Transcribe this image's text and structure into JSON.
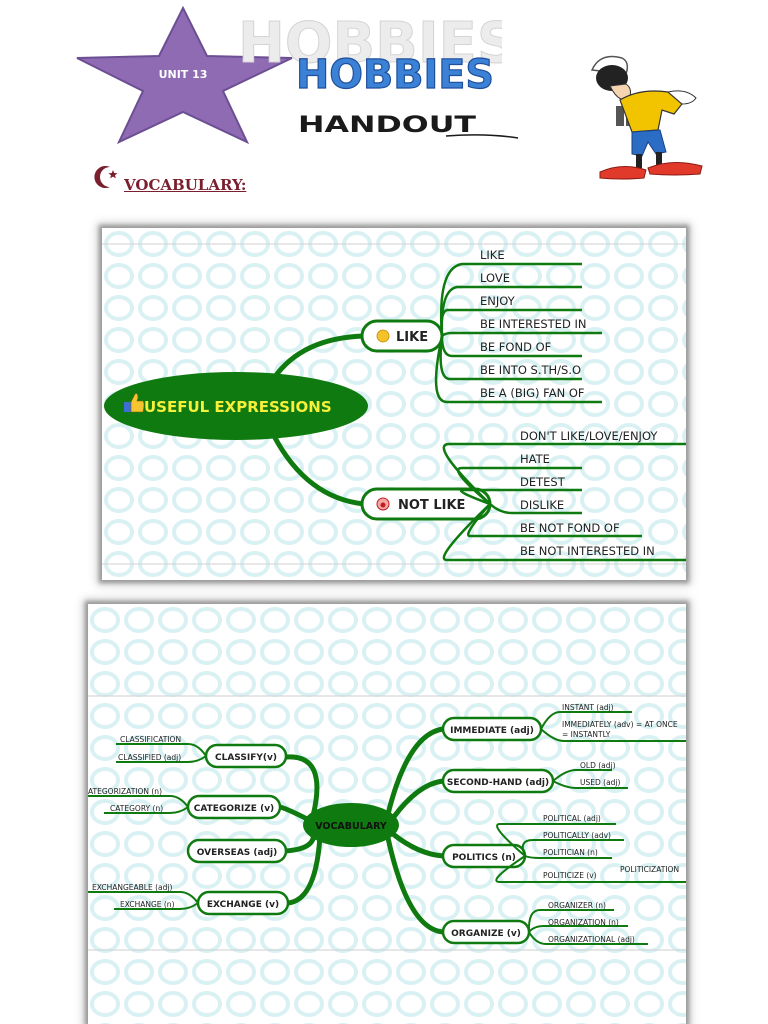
{
  "header": {
    "unit_label": "UNIT 13",
    "title": "HOBBIES",
    "subtitle": "HANDOUT",
    "section_icon": "crescent-star-icon",
    "section_heading": "VOCABULARY:",
    "mascot": "goofy-cartoon-image"
  },
  "colors": {
    "star": "#8e6bb3",
    "title_blue": "#3b82d6",
    "mind_green": "#0f7a0f",
    "heading_red": "#7b1f2e"
  },
  "mindmap1": {
    "center": "USEFUL EXPRESSIONS",
    "like": {
      "label": "LIKE",
      "items": [
        "LIKE",
        "LOVE",
        "ENJOY",
        "BE INTERESTED IN",
        "BE FOND OF",
        "BE INTO S.TH/S.O",
        "BE A (BIG) FAN OF"
      ]
    },
    "not_like": {
      "label": "NOT LIKE",
      "items": [
        "DON'T LIKE/LOVE/ENJOY",
        "HATE",
        "DETEST",
        "DISLIKE",
        "BE NOT FOND OF",
        "BE NOT INTERESTED IN"
      ]
    }
  },
  "mindmap2": {
    "center": "VOCABULARY",
    "classify": {
      "label": "CLASSIFY(v)",
      "items": [
        "CLASSIFICATION",
        "CLASSIFIED (adj)"
      ]
    },
    "categorize": {
      "label": "CATEGORIZE (v)",
      "items": [
        "ATEGORIZATION (n)",
        "CATEGORY (n)"
      ]
    },
    "overseas": {
      "label": "OVERSEAS (adj)"
    },
    "exchange": {
      "label": "EXCHANGE (v)",
      "items": [
        "EXCHANGEABLE (adj)",
        "EXCHANGE (n)"
      ]
    },
    "immediate": {
      "label": "IMMEDIATE (adj)",
      "items": [
        "INSTANT (adj)",
        "IMMEDIATELY (adv) = AT ONCE",
        "= INSTANTLY"
      ]
    },
    "second_hand": {
      "label": "SECOND-HAND (adj)",
      "items": [
        "OLD (adj)",
        "USED (adj)"
      ]
    },
    "politics": {
      "label": "POLITICS (n)",
      "items": [
        "POLITICAL (adj)",
        "POLITICALLY (adv)",
        "POLITICIAN (n)",
        "POLITICIZE (v)"
      ],
      "extra": "POLITICIZATION"
    },
    "organize": {
      "label": "ORGANIZE (v)",
      "items": [
        "ORGANIZER (n)",
        "ORGANIZATION (n)",
        "ORGANIZATIONAL (adj)"
      ]
    }
  }
}
